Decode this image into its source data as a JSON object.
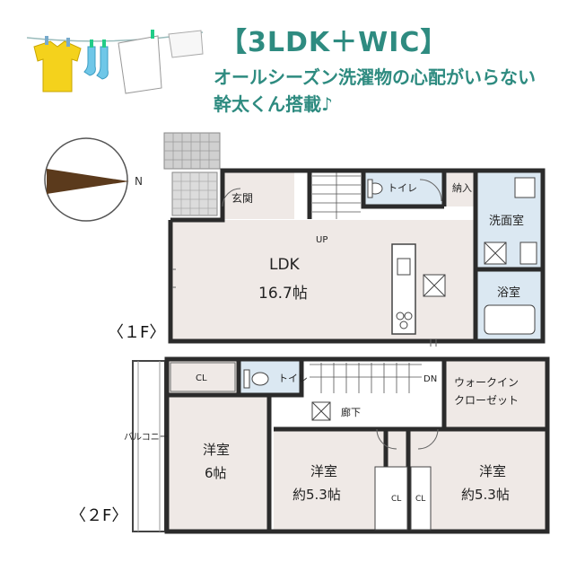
{
  "header": {
    "title": "【3LDK＋WIC】",
    "subtitle_line1": "オールシーズン洗濯物の心配がいらない",
    "subtitle_line2": "幹太くん搭載♪"
  },
  "compass": {
    "north_label": "N"
  },
  "floor1": {
    "label": "〈１F〉",
    "rooms": {
      "entrance": "玄関",
      "toilet": "トイレ",
      "storage": "納入",
      "washroom": "洗面室",
      "bath": "浴室",
      "ldk_name": "LDK",
      "ldk_size": "16.7帖",
      "up": "UP"
    }
  },
  "floor2": {
    "label": "〈２F〉",
    "rooms": {
      "cl_top": "CL",
      "toilet": "トイレ",
      "dn": "DN",
      "wic_line1": "ウォークイン",
      "wic_line2": "クローゼット",
      "hallway": "廊下",
      "balcony": "バルコニー",
      "western1_name": "洋室",
      "western1_size": "6帖",
      "western2_name": "洋室",
      "western2_size": "約5.3帖",
      "western3_name": "洋室",
      "western3_size": "約5.3帖",
      "cl_left": "CL",
      "cl_right": "CL"
    }
  },
  "colors": {
    "accent": "#2e8b80",
    "floor_fill": "#efe9e6",
    "wet_area_fill": "#dbe8f2",
    "hall_fill": "#ffffff",
    "wall": "#2b2b2b"
  }
}
